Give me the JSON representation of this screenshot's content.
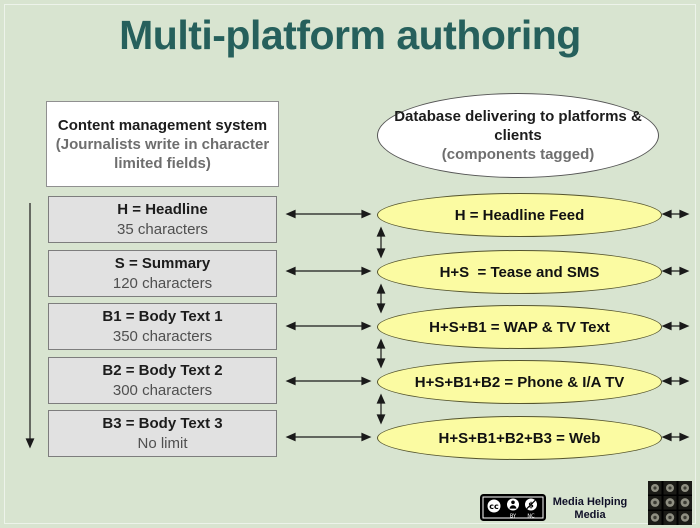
{
  "slide": {
    "title": "Multi-platform authoring"
  },
  "left_column": {
    "header": {
      "title": "Content management system",
      "subtitle": "(Journalists write in character limited fields)"
    },
    "boxes": [
      {
        "title": "H = Headline",
        "subtitle": "35 characters"
      },
      {
        "title": "S = Summary",
        "subtitle": "120 characters"
      },
      {
        "title": "B1 = Body Text 1",
        "subtitle": "350 characters"
      },
      {
        "title": "B2 = Body Text 2",
        "subtitle": "300 characters"
      },
      {
        "title": "B3 = Body Text 3",
        "subtitle": "No limit"
      }
    ]
  },
  "right_column": {
    "header": {
      "title": "Database delivering to platforms & clients",
      "subtitle": "(components tagged)"
    },
    "ellipses": [
      {
        "label": "H = Headline Feed"
      },
      {
        "label": "H+S  = Tease and SMS"
      },
      {
        "label": "H+S+B1 = WAP & TV Text"
      },
      {
        "label": "H+S+B1+B2 = Phone & I/A TV"
      },
      {
        "label": "H+S+B1+B2+B3 = Web"
      }
    ]
  },
  "footer": {
    "license": {
      "cc": "cc",
      "by": "BY",
      "nc": "NC",
      "nc_symbol": "$"
    },
    "credit": "Media Helping Media"
  },
  "colors": {
    "background": "#d8e4d0",
    "title": "#26605c",
    "field_box_fill": "#e1e1e1",
    "output_ellipse_fill": "#fbfba2",
    "arrow": "#1a1a1a"
  }
}
